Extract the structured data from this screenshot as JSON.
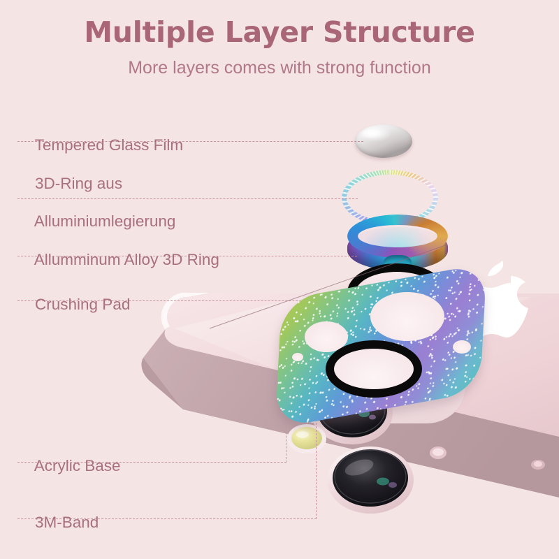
{
  "header": {
    "title": "Multiple Layer Structure",
    "subtitle": "More layers comes with strong function"
  },
  "colors": {
    "background": "#f5e4e4",
    "title": "#a96677",
    "subtitle": "#b0788a",
    "label": "#a8707e",
    "leader_line": "#c8959f",
    "phone_body": "#f2dcdf",
    "phone_edge": "#bda0a5",
    "apple_logo": "#ffffff",
    "crushing_pad": "#090909"
  },
  "labels": [
    {
      "id": "tempered-glass-film",
      "text": "Tempered Glass Film",
      "line2": ""
    },
    {
      "id": "3d-ring-aluminium",
      "text": "3D-Ring aus",
      "line2": "Alluminiumlegierung"
    },
    {
      "id": "aluminum-alloy-3d-ring",
      "text": "Allumminum Alloy 3D Ring",
      "line2": ""
    },
    {
      "id": "crushing-pad",
      "text": "Crushing Pad",
      "line2": ""
    },
    {
      "id": "acrylic-base",
      "text": "Acrylic Base",
      "line2": ""
    },
    {
      "id": "3m-band",
      "text": "3M-Band",
      "line2": ""
    }
  ],
  "parts": [
    {
      "id": "tempered-glass-dome",
      "name": "Tempered Glass Film",
      "finish": "clear glass dome"
    },
    {
      "id": "rhinestone-glitter-ring",
      "name": "3D-Ring aus Alluminiumlegierung",
      "finish": "rainbow rhinestone ring"
    },
    {
      "id": "aluminum-alloy-ring",
      "name": "Allumminum Alloy 3D Ring",
      "finish": "iridescent anodized metal"
    },
    {
      "id": "crushing-pad-ring",
      "name": "Crushing Pad",
      "finish": "matte black ring"
    },
    {
      "id": "acrylic-glitter-plate",
      "name": "Acrylic Base",
      "finish": "rainbow glitter plate"
    },
    {
      "id": "phone-back",
      "name": "iPhone back cover",
      "finish": "pink glossy"
    }
  ],
  "product": {
    "device": "iPhone",
    "device_color": "pink",
    "camera_count": 2,
    "flash": "LED flash",
    "logo": "apple-logo"
  }
}
